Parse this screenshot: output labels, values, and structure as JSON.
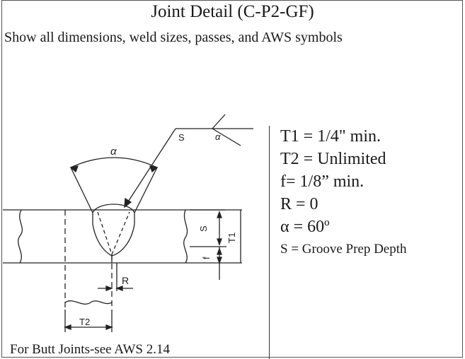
{
  "header": {
    "title": "Joint Detail (C-P2-GF)",
    "subtitle": "Show all dimensions, weld sizes, passes, and AWS symbols"
  },
  "specs": [
    "T1 = 1/4\" min.",
    "T2 = Unlimited",
    "f= 1/8” min.",
    "R = 0",
    "α = 60º",
    "S = Groove Prep Depth"
  ],
  "drawing": {
    "alpha_label": "α",
    "symbol_s_label": "S",
    "symbol_alpha_label": "α",
    "dim_s_label": "S",
    "dim_f_label": "f",
    "dim_t1_label": "T1",
    "dim_t2_label": "T2",
    "dim_r_label": "R"
  },
  "footnote": "For Butt Joints-see AWS 2.14"
}
